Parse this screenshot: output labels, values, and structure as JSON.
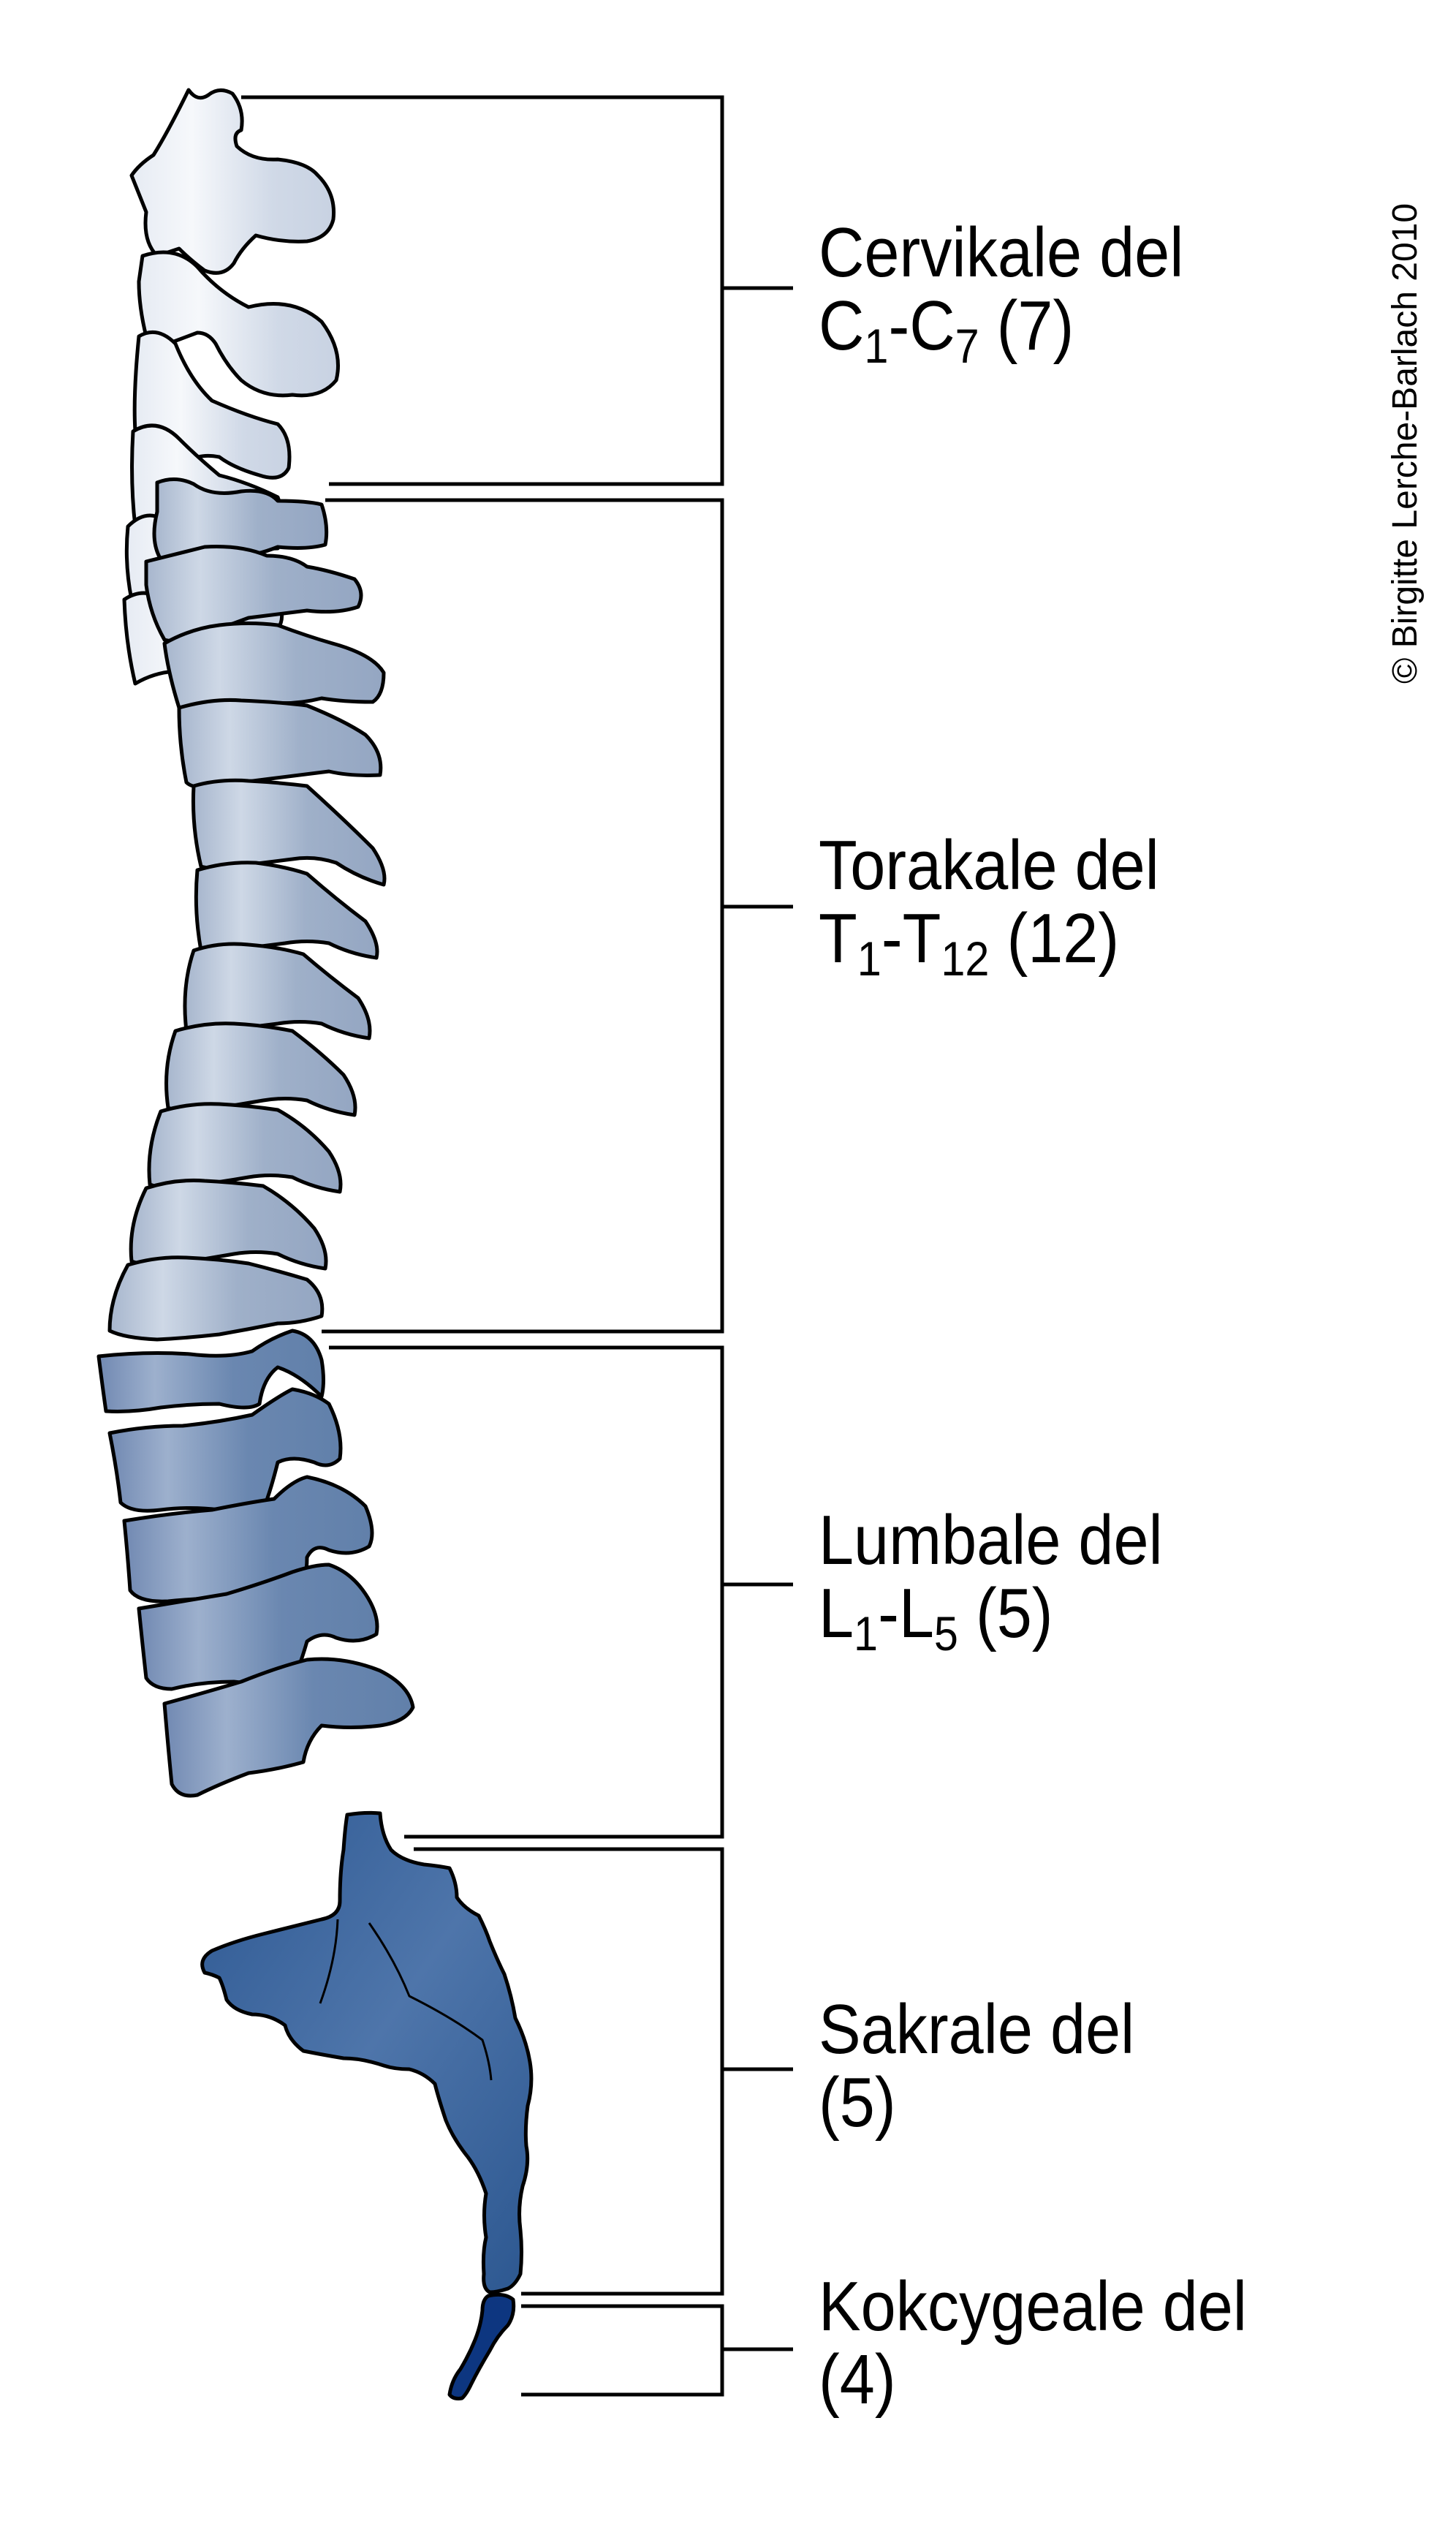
{
  "figure": {
    "subject": "Human vertebral column, lateral view",
    "copyright": "© Birgitte Lerche-Barlach 2010",
    "colors": {
      "cervical": "#d3dcea",
      "cervical_highlight": "#f4f6fa",
      "thoracic": "#9aabc6",
      "thoracic_highlight": "#cbd5e4",
      "lumbar": "#6583ad",
      "lumbar_highlight": "#9fb2cf",
      "sacral": "#2f5a93",
      "sacral_highlight": "#5a7fb0",
      "coccygeal": "#0d3680",
      "outline": "#000000",
      "bracket": "#000000"
    },
    "regions": [
      {
        "name": "Cervikale del",
        "prefix": "C",
        "range_start": "1",
        "range_end": "7",
        "count": "(7)",
        "line2_text": "",
        "has_range": true
      },
      {
        "name": "Torakale del",
        "prefix": "T",
        "range_start": "1",
        "range_end": "12",
        "count": "(12)",
        "line2_text": "",
        "has_range": true
      },
      {
        "name": "Lumbale del",
        "prefix": "L",
        "range_start": "1",
        "range_end": "5",
        "count": "(5)",
        "line2_text": "",
        "has_range": true
      },
      {
        "name": "Sakrale del",
        "count": "(5)",
        "has_range": false
      },
      {
        "name": "Kokcygeale del",
        "count": "(4)",
        "has_range": false
      }
    ]
  }
}
